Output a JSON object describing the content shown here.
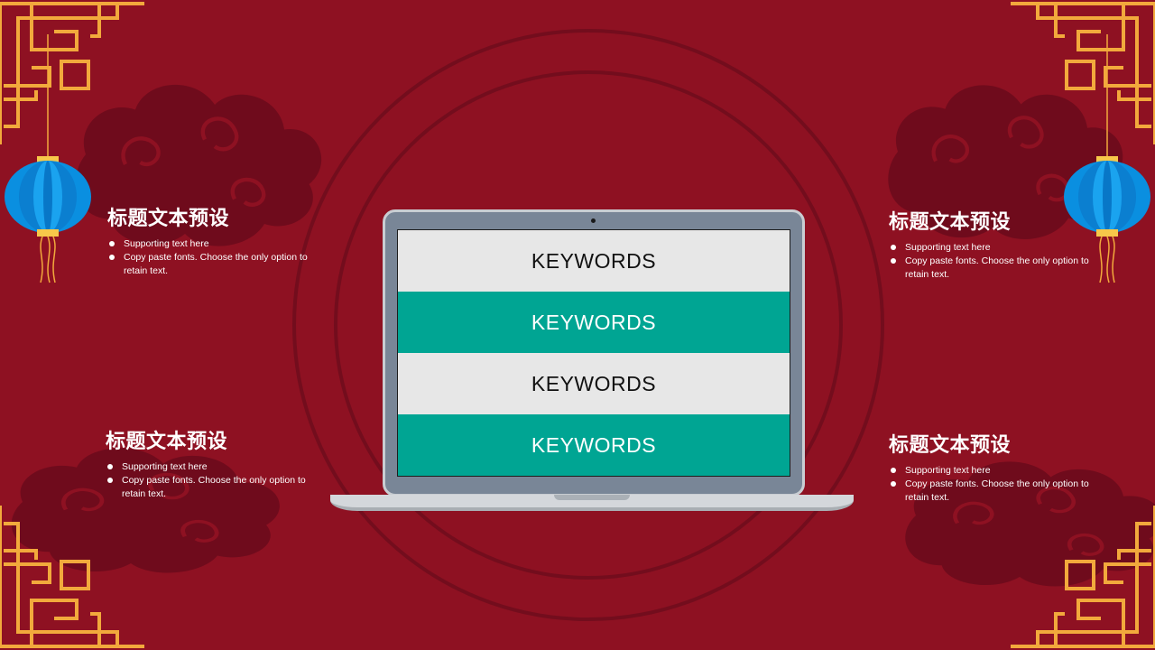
{
  "colors": {
    "background": "#8e1122",
    "cloud": "#6f0b1c",
    "gold": "#f2a93c",
    "lantern": "#0a8fe0",
    "teal": "#00a593",
    "light_row": "#e7e7e7",
    "laptop_frame": "#798697"
  },
  "text_blocks": {
    "top_left": {
      "title": "标题文本预设",
      "bullets": [
        "Supporting text here",
        "Copy paste fonts. Choose the only option to retain text."
      ]
    },
    "bottom_left": {
      "title": "标题文本预设",
      "bullets": [
        "Supporting text here",
        "Copy paste fonts. Choose the only option to retain text."
      ]
    },
    "top_right": {
      "title": "标题文本预设",
      "bullets": [
        "Supporting text here",
        "Copy paste fonts. Choose the only option to retain text."
      ]
    },
    "bottom_right": {
      "title": "标题文本预设",
      "bullets": [
        "Supporting text here",
        "Copy paste fonts. Choose the only option to retain text."
      ]
    }
  },
  "laptop": {
    "rows": [
      "KEYWORDS",
      "KEYWORDS",
      "KEYWORDS",
      "KEYWORDS"
    ]
  },
  "icons": [
    "lantern-icon",
    "cloud-icon",
    "fretwork-corner-icon",
    "laptop-icon"
  ]
}
